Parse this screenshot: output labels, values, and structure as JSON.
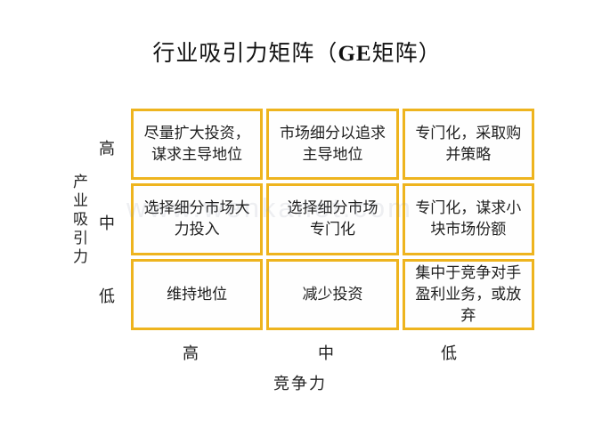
{
  "title": {
    "text_before": "行业吸引力矩阵（",
    "emphasis": "GE",
    "text_after": "矩阵）"
  },
  "watermark": "www.wenkanet.com",
  "colors": {
    "grid_border": "#eeb41e",
    "background": "#ffffff",
    "text": "#1f1f1f"
  },
  "y_axis": {
    "label": "产业吸引力",
    "ticks": [
      "高",
      "中",
      "低"
    ]
  },
  "x_axis": {
    "label": "竞争力",
    "ticks": [
      "高",
      "中",
      "低"
    ]
  },
  "matrix": {
    "rows": [
      [
        "尽量扩大投资，\n谋求主导地位",
        "市场细分以追求\n主导地位",
        "专门化，采取购\n并策略"
      ],
      [
        "选择细分市场大\n力投入",
        "选择细分市场\n专门化",
        "专门化，谋求小\n块市场份额"
      ],
      [
        "维持地位",
        "减少投资",
        "集中于竞争对手\n盈利业务，或放\n弃"
      ]
    ]
  }
}
